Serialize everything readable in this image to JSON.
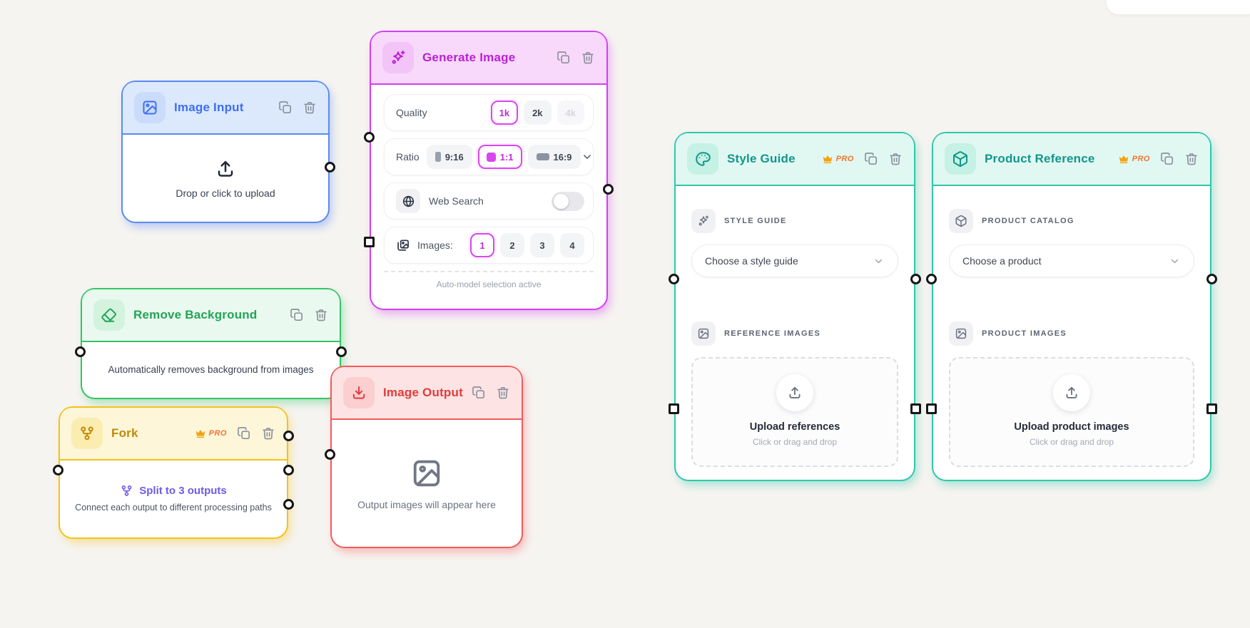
{
  "canvas": {
    "background": "#f6f4f1",
    "dot_color": "#d5d0ca"
  },
  "accents": {
    "blue": {
      "border": "#598af2",
      "header_bg": "#dce9fd",
      "icon_bg": "#cbdcfb",
      "title": "#3e6ef2",
      "shadow": "rgba(89,138,242,0.40)"
    },
    "purple": {
      "border": "#d23ff2",
      "header_bg": "#f8d9fb",
      "icon_bg": "#f2c4f8",
      "title": "#bb1fd6",
      "shadow": "rgba(210,63,242,0.38)"
    },
    "green": {
      "border": "#33c565",
      "header_bg": "#e9f9ef",
      "icon_bg": "#d4f3df",
      "title": "#23a456",
      "shadow": "rgba(51,197,101,0.38)"
    },
    "yellow": {
      "border": "#f3c118",
      "header_bg": "#fdf6d9",
      "icon_bg": "#fbecb0",
      "title": "#c08a08",
      "shadow": "rgba(243,193,24,0.38)"
    },
    "red": {
      "border": "#f15b5b",
      "header_bg": "#fde3e3",
      "icon_bg": "#fbcfcf",
      "title": "#e23b3b",
      "shadow": "rgba(241,91,91,0.38)"
    },
    "teal": {
      "border": "#2fc7ac",
      "header_bg": "#e1f8f2",
      "icon_bg": "#c6f1e5",
      "title": "#12968b",
      "shadow": "rgba(47,199,172,0.38)"
    }
  },
  "badges": {
    "pro_label": "PRO",
    "crown_color": "#f5a00b",
    "pro_color": "#f4732c"
  },
  "ui": {
    "selected_pill_border": "#d846ef",
    "selected_pill_text": "#c32ad8",
    "link_purple": "#6d5be8"
  },
  "nodes": {
    "image_input": {
      "title": "Image Input",
      "upload_text": "Drop or click to upload"
    },
    "generate_image": {
      "title": "Generate Image",
      "quality": {
        "label": "Quality",
        "options": [
          "1k",
          "2k",
          "4k"
        ],
        "selected": "1k"
      },
      "ratio": {
        "label": "Ratio",
        "options": [
          "9:16",
          "1:1",
          "16:9"
        ],
        "selected": "1:1"
      },
      "web_search": {
        "label": "Web Search",
        "enabled": false
      },
      "images": {
        "label": "Images:",
        "options": [
          "1",
          "2",
          "3",
          "4"
        ],
        "selected": "1"
      },
      "footer": "Auto-model selection active"
    },
    "remove_background": {
      "title": "Remove Background",
      "description": "Automatically removes background from images"
    },
    "fork": {
      "title": "Fork",
      "pro": "PRO",
      "action": "Split to 3 outputs",
      "description": "Connect each output to different processing paths"
    },
    "image_output": {
      "title": "Image Output",
      "placeholder": "Output images will appear here"
    },
    "style_guide": {
      "title": "Style Guide",
      "pro": "PRO",
      "section1": "STYLE GUIDE",
      "dropdown_placeholder": "Choose a style guide",
      "section2": "REFERENCE IMAGES",
      "upload_title": "Upload references",
      "upload_hint": "Click or drag and drop"
    },
    "product_reference": {
      "title": "Product Reference",
      "pro": "PRO",
      "section1": "PRODUCT CATALOG",
      "dropdown_placeholder": "Choose a product",
      "section2": "PRODUCT IMAGES",
      "upload_title": "Upload product images",
      "upload_hint": "Click or drag and drop"
    }
  }
}
